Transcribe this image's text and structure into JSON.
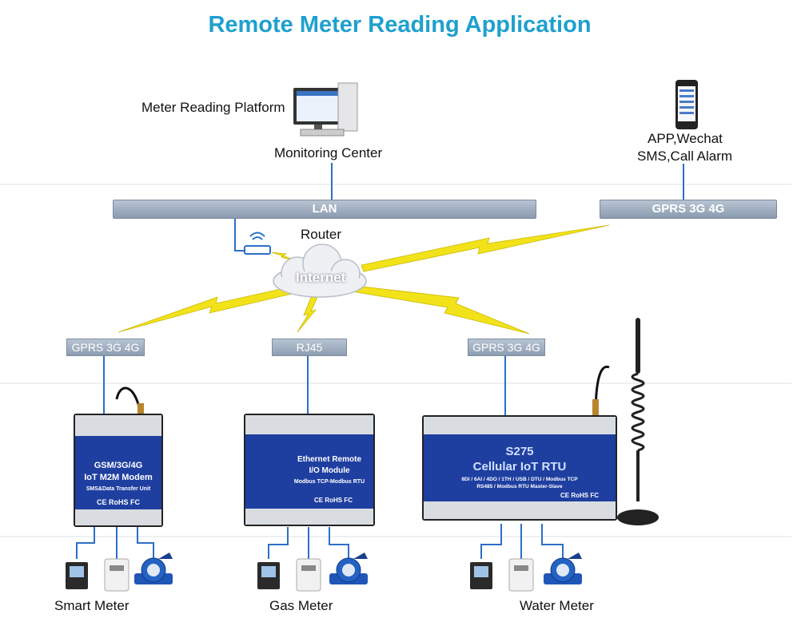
{
  "title": "Remote Meter Reading Application",
  "center": {
    "platform_label": "Meter Reading Platform",
    "monitoring_label": "Monitoring Center"
  },
  "mobile": {
    "line1": "APP,Wechat",
    "line2": "SMS,Call Alarm"
  },
  "network": {
    "lan": "LAN",
    "gprs_top": "GPRS 3G 4G",
    "router": "Router",
    "internet": "Internet"
  },
  "links": [
    "GPRS 3G 4G",
    "RJ45",
    "GPRS 3G 4G"
  ],
  "devices": [
    {
      "name": "GSM/3G/4G",
      "line2": "IoT M2M Modem",
      "sub": "SMS&Data Transfer Unit",
      "cert": "CE RoHS FC"
    },
    {
      "name": "Ethernet Remote",
      "line2": "I/O Module",
      "sub": "Modbus TCP-Modbus RTU",
      "cert": "CE RoHS FC"
    },
    {
      "name": "S275",
      "line2": "Cellular IoT RTU",
      "sub": "8DI / 6AI / 4DO / 1TH / USB / DTU / Modbus TCP",
      "sub2": "RS485 / Modbus RTU Master-Slave",
      "cert": "CE RoHS FC"
    }
  ],
  "meters": [
    "Smart Meter",
    "Gas Meter",
    "Water Meter"
  ],
  "colors": {
    "title": "#1ea0cf",
    "device_blue": "#1f3fa0",
    "lightning": "#f2e21a",
    "connector": "#2b6fc8"
  }
}
